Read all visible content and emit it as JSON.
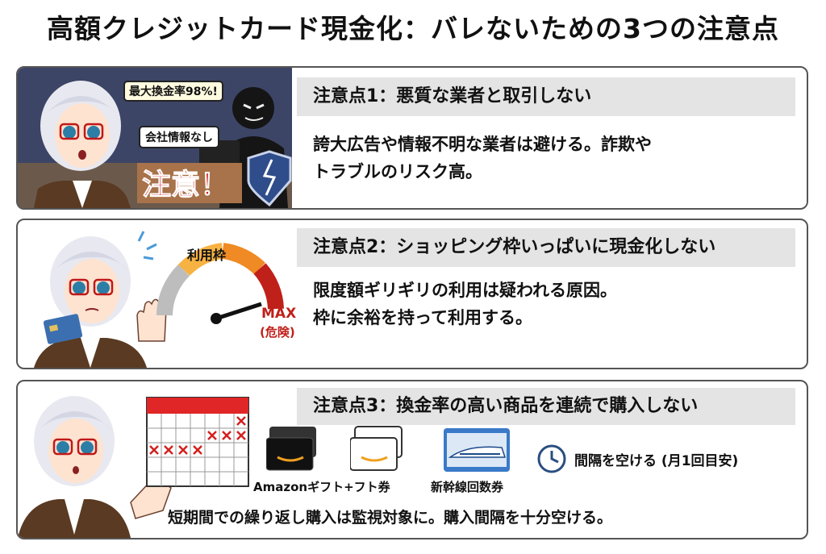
{
  "title": "高額クレジットカード現金化：バレないための3つの注意点",
  "point1": {
    "heading": "注意点1：悪質な業者と取引しない",
    "body_line1": "誇大広告や情報不明な業者は避ける。詐欺や",
    "body_line2": "トラブルのリスク高。",
    "bubble_rate": "最大換金率98%!",
    "bubble_company": "会社情報なし",
    "warning": "注意！"
  },
  "point2": {
    "heading": "注意点2：ショッピング枠いっぱいに現金化しない",
    "body_line1": "限度額ギリギリの利用は疑われる原因。",
    "body_line2": "枠に余裕を持って利用する。",
    "gauge_label": "利用枠",
    "gauge_max": "MAX",
    "gauge_danger": "(危険)"
  },
  "point3": {
    "heading": "注意点3：換金率の高い商品を連続で購入しない",
    "product1": "Amazonギフト+フト券",
    "product2": "新幹線回数券",
    "interval": "間隔を空ける (月1回目安)",
    "body": "短期間での繰り返し購入は監視対象に。購入間隔を十分空ける。"
  },
  "colors": {
    "panel_border": "#555555",
    "heading_bg": "#e4e4e4",
    "warning_red": "#d42020",
    "gauge_red": "#c0201a",
    "gauge_orange": "#f08a24"
  }
}
